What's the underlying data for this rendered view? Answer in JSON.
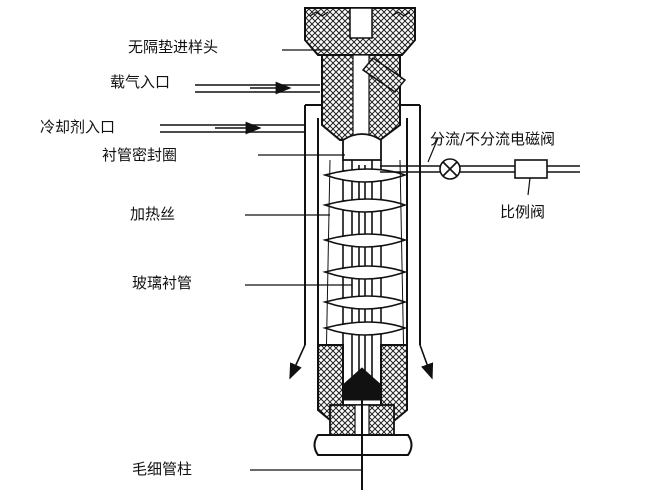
{
  "labels": {
    "septumless_inlet_head": "无隔垫进样头",
    "carrier_gas_inlet": "载气入口",
    "coolant_inlet": "冷却剂入口",
    "liner_seal_ring": "衬管密封圈",
    "heating_wire": "加热丝",
    "glass_liner": "玻璃衬管",
    "capillary_column": "毛细管柱",
    "split_splitless_valve": "分流/不分流电磁阀",
    "proportional_valve": "比例阀"
  },
  "colors": {
    "line": "#111111",
    "hatch": "#222222",
    "background": "#ffffff"
  }
}
